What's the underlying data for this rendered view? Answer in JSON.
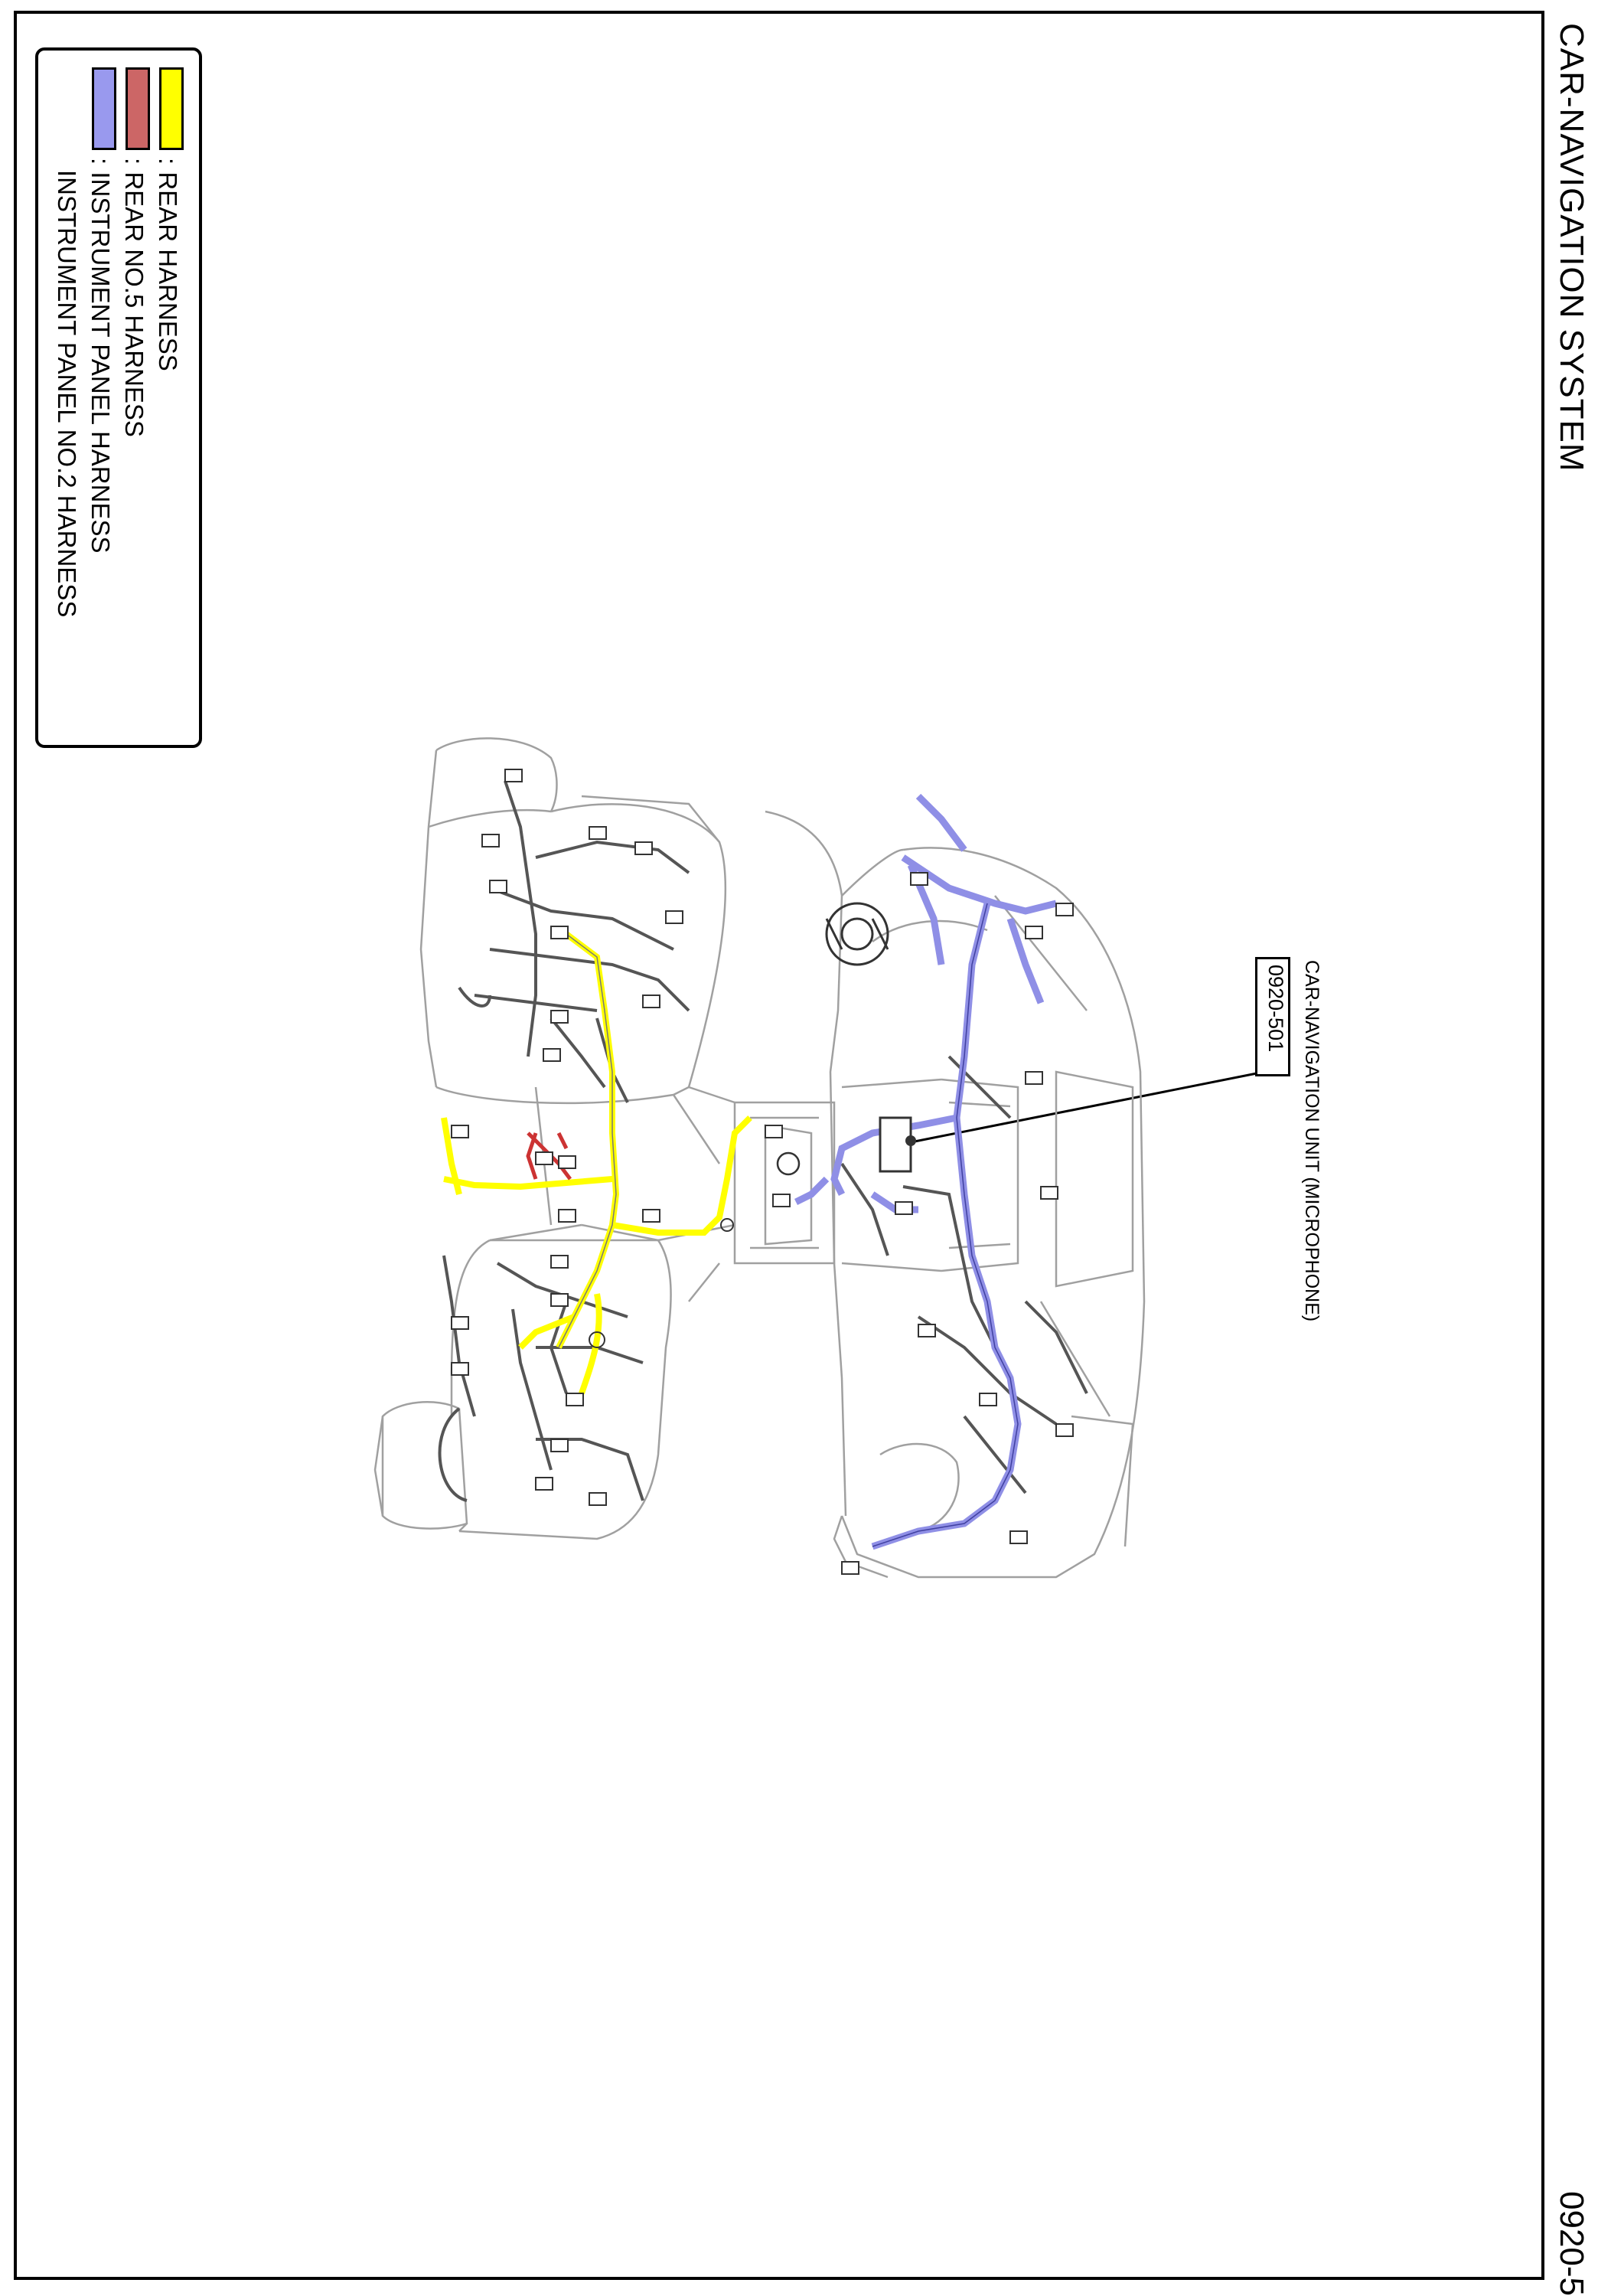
{
  "page": {
    "title": "CAR-NAVIGATION SYSTEM",
    "page_number": "0920-5"
  },
  "legend": {
    "items": [
      {
        "color": "#ffff00",
        "label": ": REAR HARNESS"
      },
      {
        "color": "#cc6666",
        "label": ": REAR NO.5 HARNESS"
      },
      {
        "color": "#9999ee",
        "label": ": INSTRUMENT PANEL HARNESS"
      }
    ],
    "continuation": "INSTRUMENT PANEL NO.2 HARNESS"
  },
  "callout": {
    "label": "CAR-NAVIGATION UNIT (MICROPHONE)",
    "code": "0920-501"
  }
}
